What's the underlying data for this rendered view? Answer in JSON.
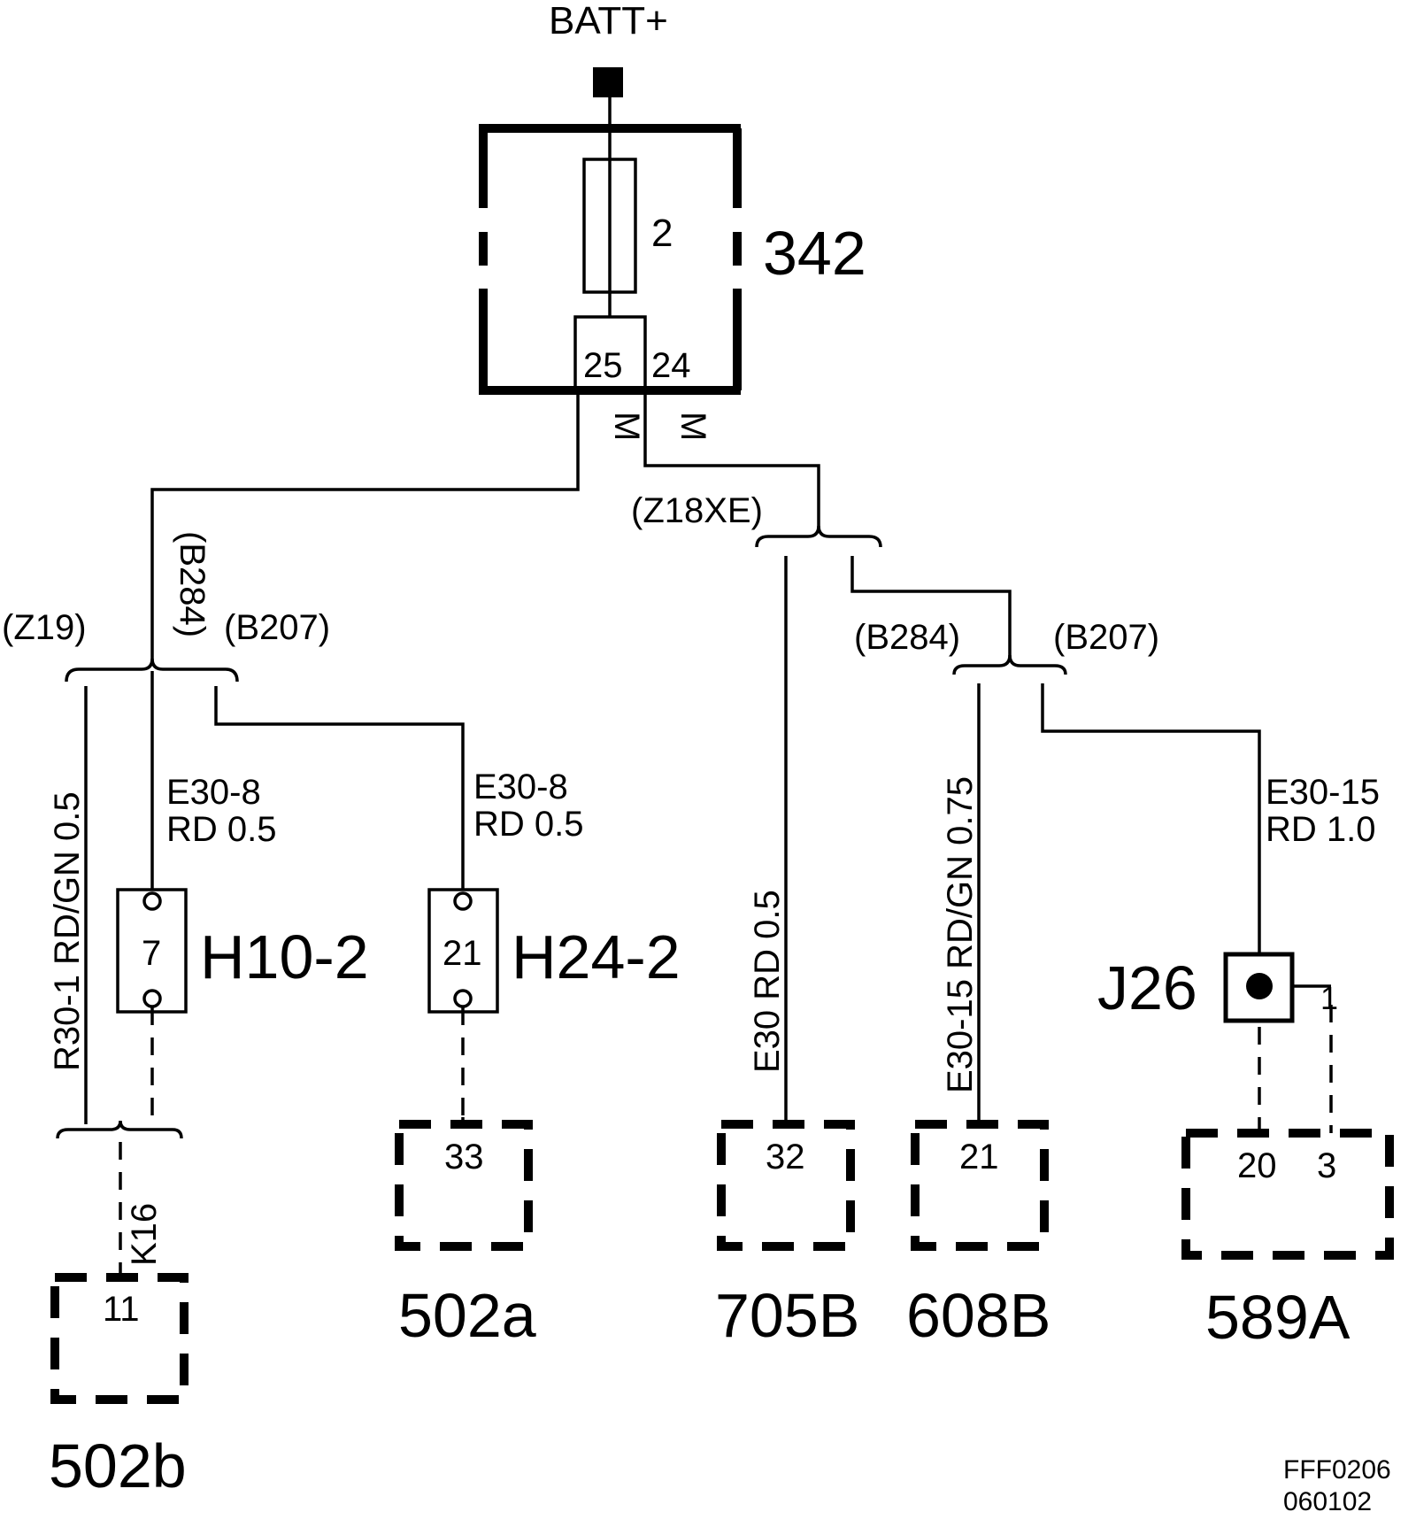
{
  "supply": {
    "label": "BATT+"
  },
  "fuse_box": {
    "id": "342",
    "fuse": "2",
    "pin_left": "25",
    "pin_right": "24",
    "marker_left": "M",
    "marker_right": "M"
  },
  "left_branch": {
    "variant_z19": "(Z19)",
    "variant_b284": "(B284)",
    "variant_b207": "(B207)",
    "wire_r30": "R30-1  RD/GN 0.5",
    "wire_e30_h10": {
      "circuit": "E30-8",
      "spec": "RD   0.5"
    },
    "wire_e30_h24": {
      "circuit": "E30-8",
      "spec": "RD   0.5"
    },
    "k16": "K16"
  },
  "right_branch": {
    "variant_z18xe": "(Z18XE)",
    "variant_b284": "(B284)",
    "variant_b207": "(B207)",
    "wire_705": "E30   RD   0.5",
    "wire_608": "E30-15  RD/GN 0.75",
    "wire_589": {
      "circuit": "E30-15",
      "spec": "RD    1.0"
    }
  },
  "components": {
    "h10": {
      "id": "H10-2",
      "pin": "7"
    },
    "h24": {
      "id": "H24-2",
      "pin": "21"
    },
    "j26": {
      "id": "J26",
      "pin": "1"
    }
  },
  "connectors": {
    "c502b": {
      "id": "502b",
      "pin": "11"
    },
    "c502a": {
      "id": "502a",
      "pin": "33"
    },
    "c705b": {
      "id": "705B",
      "pin": "32"
    },
    "c608b": {
      "id": "608B",
      "pin": "21"
    },
    "c589a": {
      "id": "589A",
      "pin_a": "20",
      "pin_b": "3"
    }
  },
  "footer": {
    "code": "FFF0206",
    "date": "060102"
  }
}
